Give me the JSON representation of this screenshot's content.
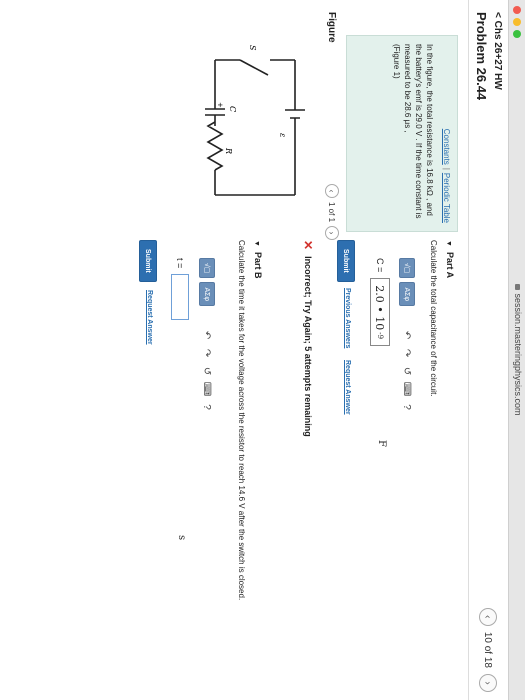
{
  "browser": {
    "url": "session.masteringphysics.com"
  },
  "header": {
    "back": "< Chs 26+27 HW",
    "title": "Problem 26.44",
    "pager": "10 of 18"
  },
  "info": {
    "links": [
      "Constants",
      "Periodic Table"
    ],
    "text": "In the figure, the total resistance is 16.8 kΩ , and the battery's emf is 29.0 V . If the time constant is measured to be 28.6 μs ,",
    "figure_link": "(Figure 1)"
  },
  "figure": {
    "label": "Figure",
    "nav": "1 of 1",
    "labels": {
      "r": "R",
      "e": "ε",
      "c": "C",
      "plus": "+",
      "s": "S"
    }
  },
  "partA": {
    "title": "Part A",
    "prompt": "Calculate the total capacitance of the circuit.",
    "toolbar": [
      "√▢",
      "ΑΣφ"
    ],
    "var": "C =",
    "answer": "2.0 • 10",
    "exp": "-9",
    "unit": "F",
    "submit": "Submit",
    "prev": "Previous Answers",
    "request": "Request Answer",
    "feedback": "Incorrect; Try Again; 5 attempts remaining"
  },
  "partB": {
    "title": "Part B",
    "prompt": "Calculate the time it takes for the voltage across the resistor to reach 14.6 V after the switch is closed.",
    "toolbar": [
      "√▢",
      "ΑΣφ"
    ],
    "var": "t =",
    "unit": "s",
    "submit": "Submit",
    "request": "Request Answer"
  }
}
